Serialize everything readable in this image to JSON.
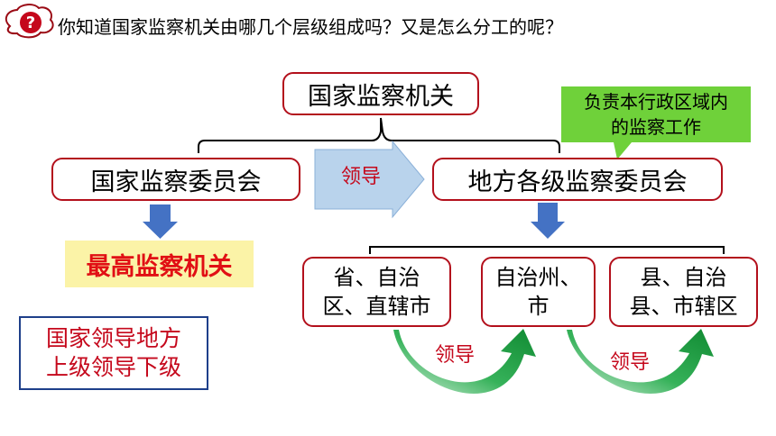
{
  "question": "你知道国家监察机关由哪几个层级组成吗？又是怎么分工的呢？",
  "question_icon": {
    "name": "question-mark-icon",
    "glyph": "?",
    "color": "#c5081c"
  },
  "root": "国家监察机关",
  "national": "国家监察委员会",
  "local": "地方各级监察委员会",
  "highest": "最高监察机关",
  "lead_mid": "领导",
  "lead_left": "领导",
  "lead_right": "领导",
  "callout": {
    "line1": "负责本行政区域内",
    "line2": "的监察工作"
  },
  "levels": {
    "province": {
      "line1": "省、自治",
      "line2": "区、直辖市"
    },
    "prefecture": {
      "line1": "自治州、",
      "line2": "市"
    },
    "county": {
      "line1": "县、自治",
      "line2": "县、市辖区"
    }
  },
  "principle": {
    "line1": "国家领导地方",
    "line2": "上级领导下级"
  },
  "colors": {
    "box_border": "#b3101c",
    "accent_red": "#e10f14",
    "callout_green": "#6fd13a",
    "down_arrow_blue": "#4472c4",
    "lead_arrow_fill": "#b9d3ec",
    "curved_arrow_green": "#1a9a3a",
    "highlight_yellow": "#fbf3a7",
    "principle_border": "#1e3f8a"
  }
}
